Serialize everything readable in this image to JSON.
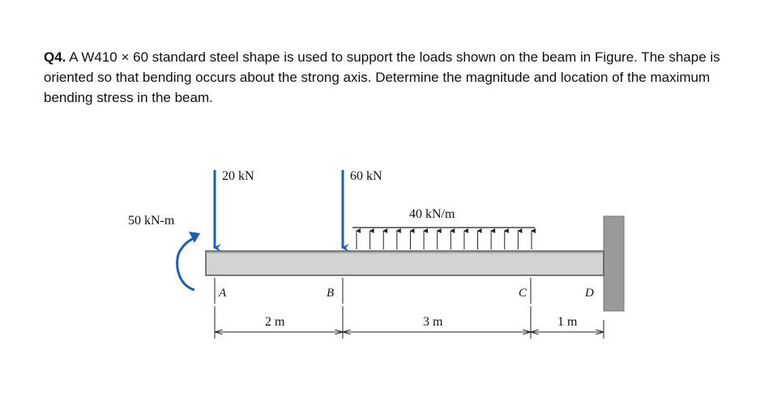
{
  "question": {
    "number": "Q4.",
    "text": "A W410 × 60 standard steel shape is used to support the loads shown on the beam in Figure. The shape is oriented so that bending occurs about the strong axis. Determine the magnitude and location of the maximum bending stress in the beam."
  },
  "figure": {
    "loads": {
      "moment": "50 kN-m",
      "point_load_a": "20 kN",
      "point_load_b": "60 kN",
      "distributed": "40 kN/m"
    },
    "points": {
      "a": "A",
      "b": "B",
      "c": "C",
      "d": "D"
    },
    "dimensions": {
      "ab": "2 m",
      "bc": "3 m",
      "cd": "1 m"
    },
    "colors": {
      "arrow": "#1f5fa8",
      "beam_fill": "#d3d3d3",
      "wall_fill": "#9a9a9a"
    }
  }
}
